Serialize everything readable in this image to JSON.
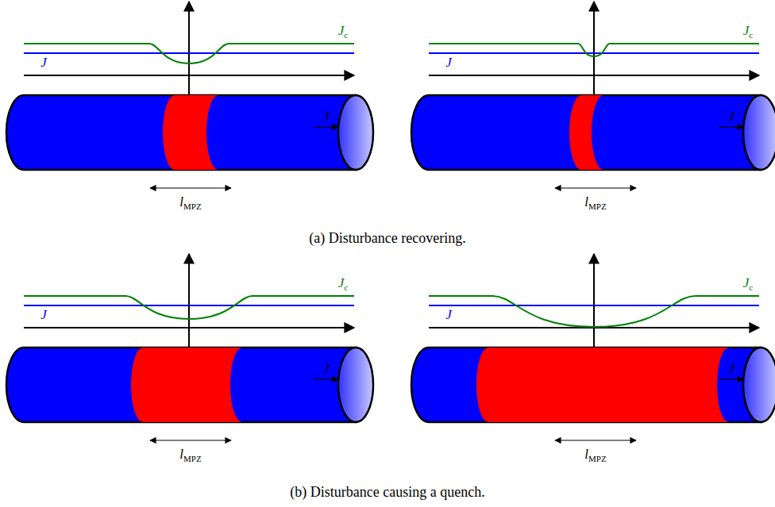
{
  "diagram": {
    "labels": [
      "Jc",
      "J",
      "J",
      "lMPZ",
      "Jc",
      "J",
      "J",
      "lMPZ",
      "(a) Disturbance recovering.",
      "Jc",
      "J",
      "J",
      "lMPZ",
      "Jc",
      "J",
      "J",
      "lMPZ",
      "(b) Disturbance causing a quench."
    ]
  }
}
